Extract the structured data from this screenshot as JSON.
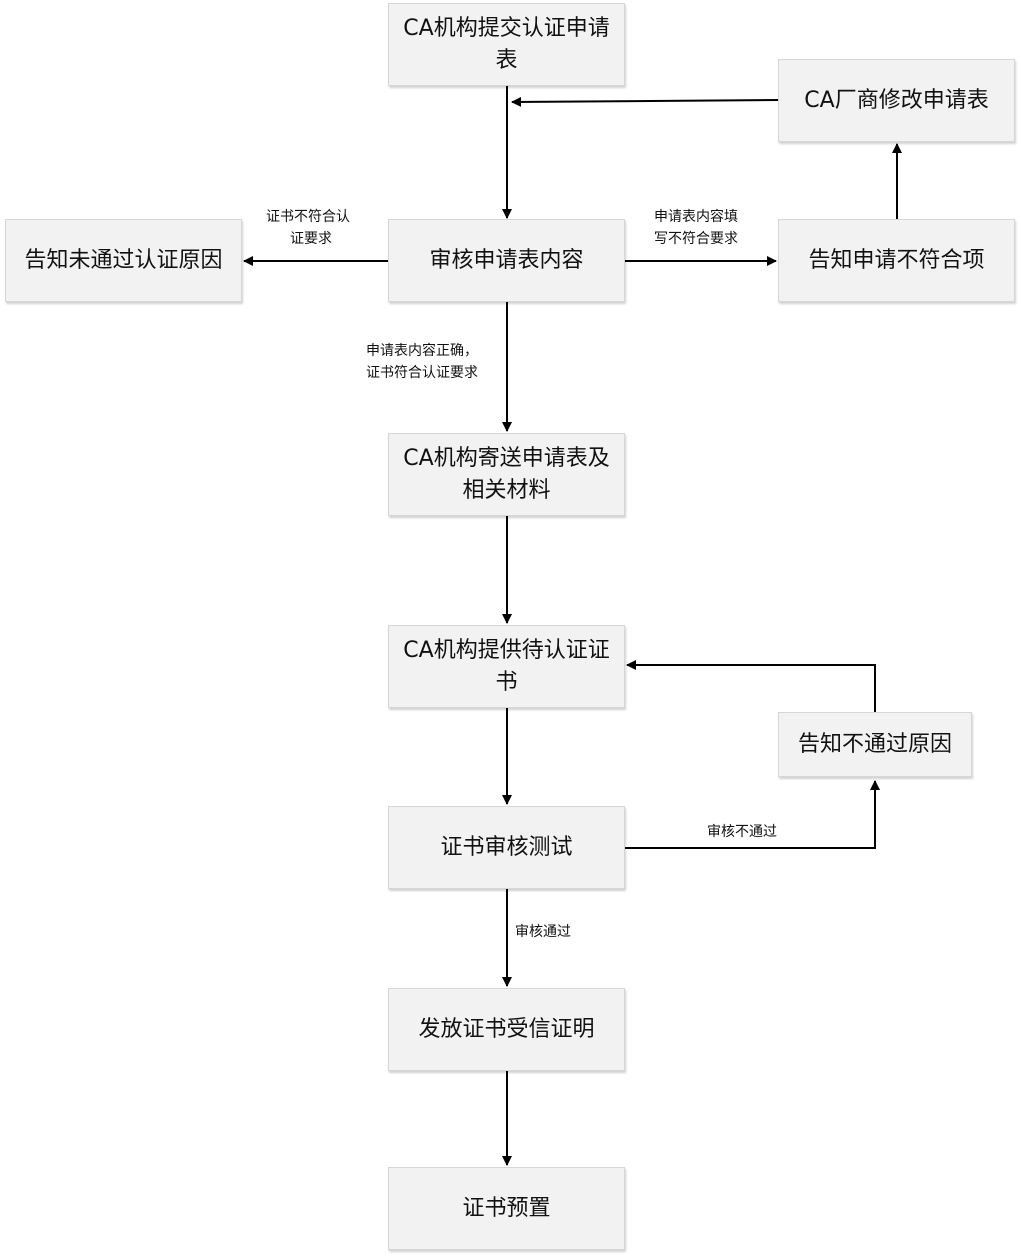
{
  "nodes": {
    "n1": "CA机构提交认证申请表",
    "n2": "CA厂商修改申请表",
    "n3": "告知未通过认证原因",
    "n4": "审核申请表内容",
    "n5": "告知申请不符合项",
    "n6": "CA机构寄送申请表及相关材料",
    "n7": "CA机构提供待认证证书",
    "n8": "告知不通过原因",
    "n9": "证书审核测试",
    "n10": "发放证书受信证明",
    "n11": "证书预置"
  },
  "edges": {
    "e_reject_line1": "证书不符合认",
    "e_reject_line2": "证要求",
    "e_fix_line1": "申请表内容填",
    "e_fix_line2": "写不符合要求",
    "e_ok_line1": "申请表内容正确，",
    "e_ok_line2": "证书符合认证要求",
    "e_fail": "审核不通过",
    "e_pass": "审核通过"
  }
}
